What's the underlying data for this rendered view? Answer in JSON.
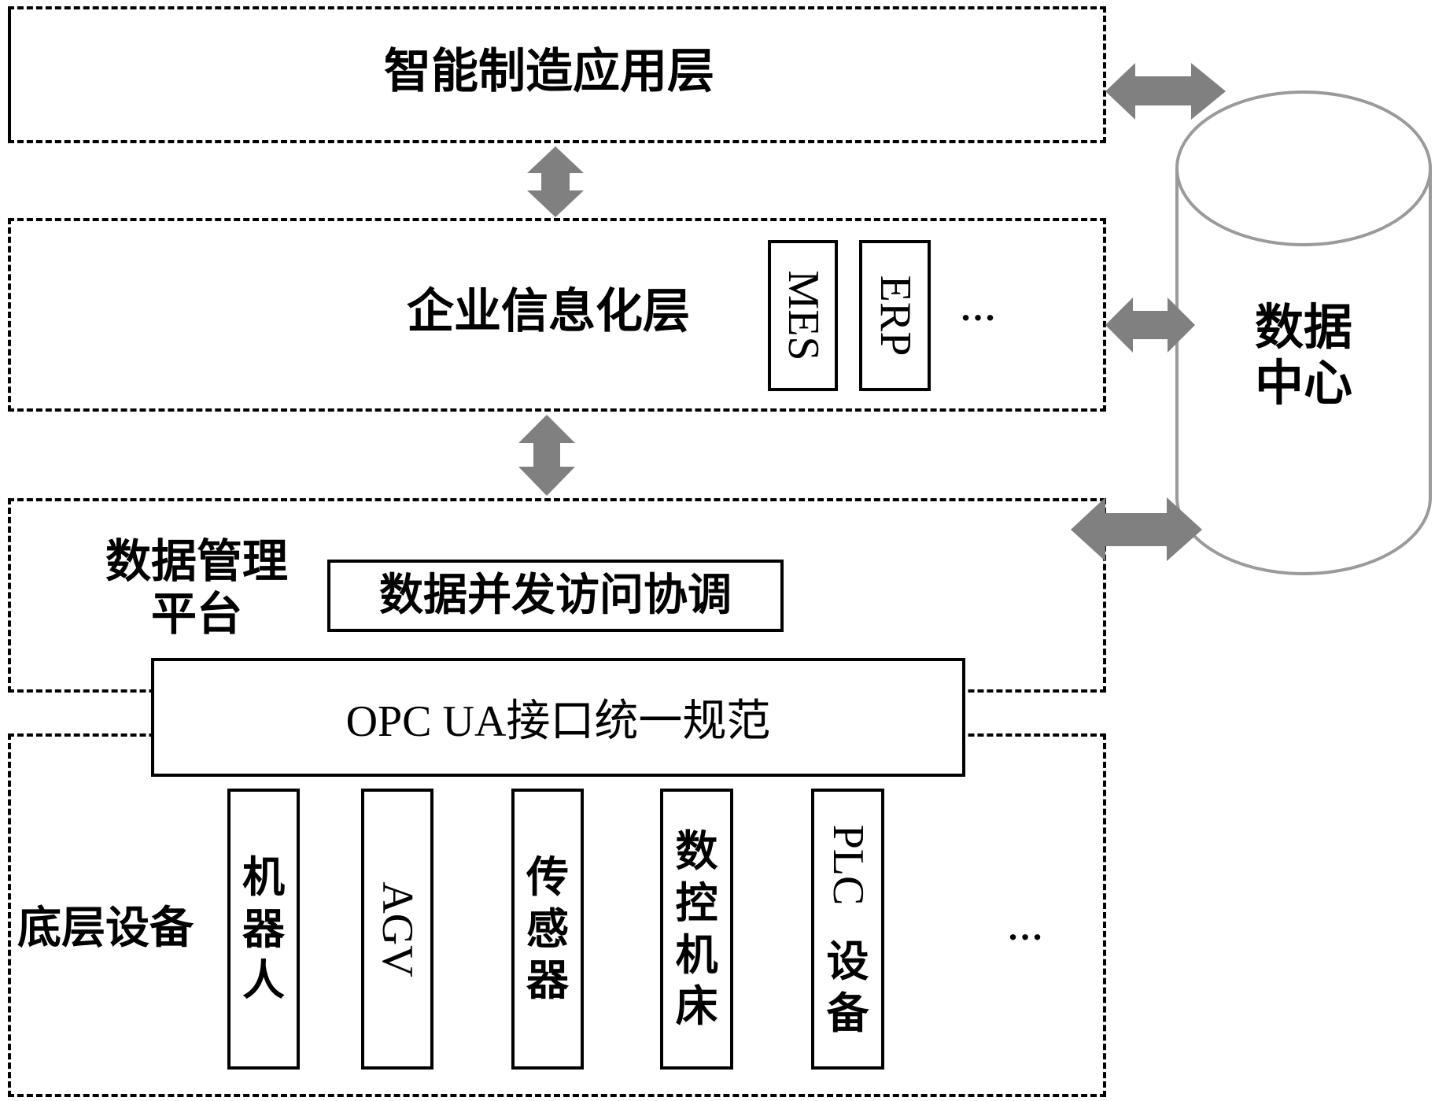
{
  "layers": {
    "application": "智能制造应用层",
    "enterprise": "企业信息化层",
    "data_management": [
      "数据管理",
      "平台"
    ],
    "devices": "底层设备"
  },
  "enterprise_systems": [
    "MES",
    "ERP"
  ],
  "ellipsis": "…",
  "data_center": [
    "数据",
    "中心"
  ],
  "concurrency_box": "数据并发访问协调",
  "opc_box": "OPC UA接口统一规范",
  "devices": {
    "robot": [
      "机",
      "器",
      "人"
    ],
    "agv": "AGV",
    "sensor": [
      "传",
      "感",
      "器"
    ],
    "cnc": [
      "数",
      "控",
      "机",
      "床"
    ],
    "plc_prefix": "PLC",
    "plc_suffix": [
      "设",
      "备"
    ]
  },
  "colors": {
    "arrow": "#808080",
    "cylinder_stroke": "#9a9a9a",
    "line": "#000000"
  }
}
